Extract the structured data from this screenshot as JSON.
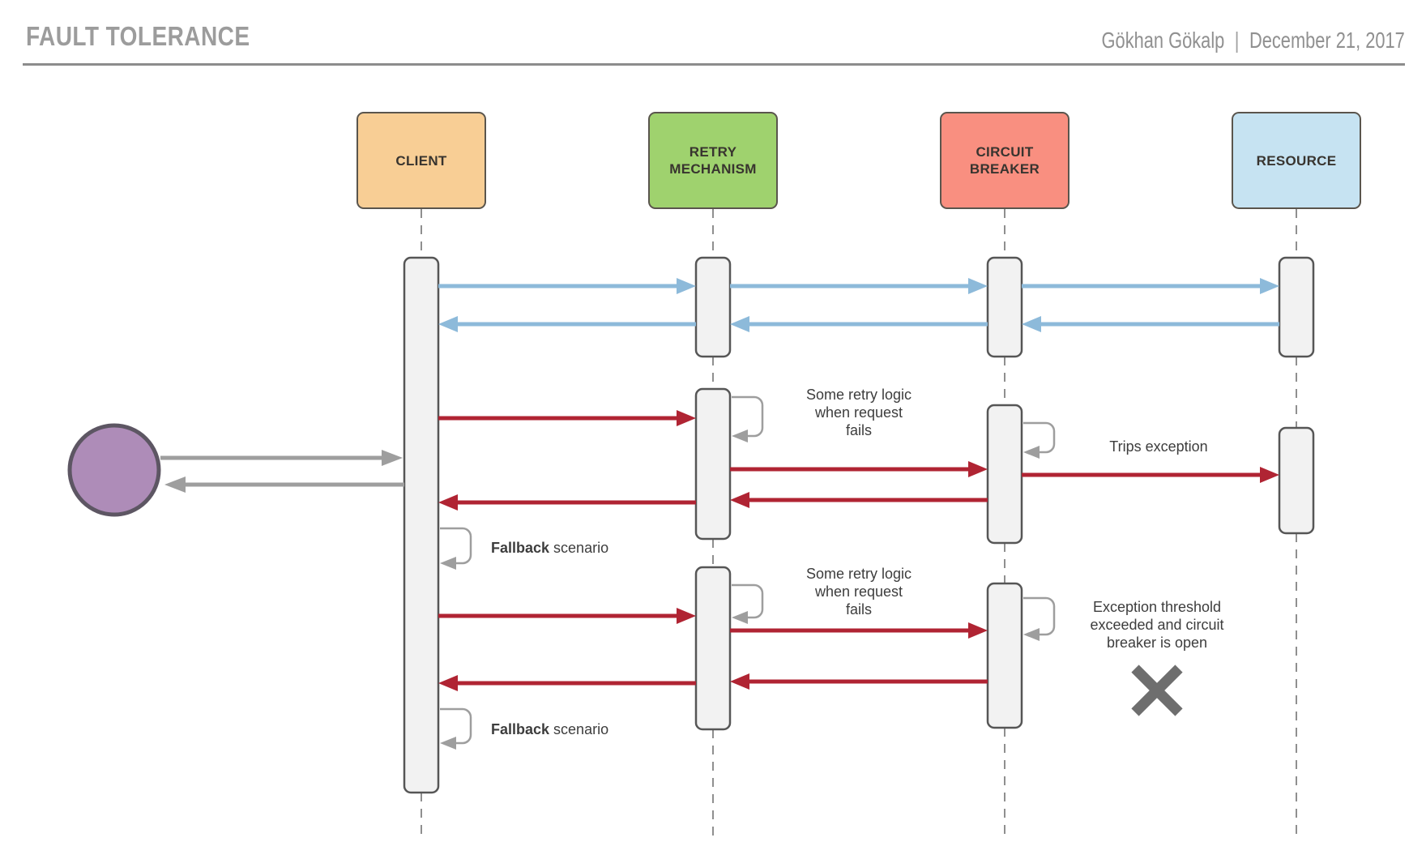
{
  "header": {
    "title": "FAULT TOLERANCE",
    "author": "Gökhan Gökalp",
    "separator": "|",
    "date": "December 21, 2017"
  },
  "actors": [
    {
      "id": "client",
      "label": "CLIENT",
      "fill": "#F8CE95"
    },
    {
      "id": "retry",
      "label": "RETRY\nMECHANISM",
      "fill": "#9FD26E"
    },
    {
      "id": "circuit",
      "label": "CIRCUIT\nBREAKER",
      "fill": "#F98F80"
    },
    {
      "id": "resource",
      "label": "RESOURCE",
      "fill": "#C6E3F2"
    }
  ],
  "notes": {
    "retry_note_1": "Some retry logic\nwhen request\nfails",
    "trips_exception": "Trips exception",
    "retry_note_2": "Some retry logic\nwhen request\nfails",
    "exception_note": "Exception threshold\nexceeded and circuit\nbreaker is open",
    "fallback_bold": "Fallback",
    "fallback_rest": " scenario"
  },
  "colors": {
    "title_text": "#9c9c9c",
    "header_meta_text": "#909090",
    "divider": "#8c8c8c",
    "box_border": "#5a554d",
    "activation_fill": "#f2f2f2",
    "activation_border": "#565656",
    "lifeline": "#8f8f8f",
    "request_response_arrow": "#8dbada",
    "failure_arrow": "#b02433",
    "actor_call_arrow": "#9e9e9e",
    "self_loop": "#9e9e9e",
    "user_circle_fill": "#ae8cb8",
    "user_circle_border": "#5d5663",
    "failure_x": "#6e6e6e",
    "note_text": "#3d3d3d"
  }
}
